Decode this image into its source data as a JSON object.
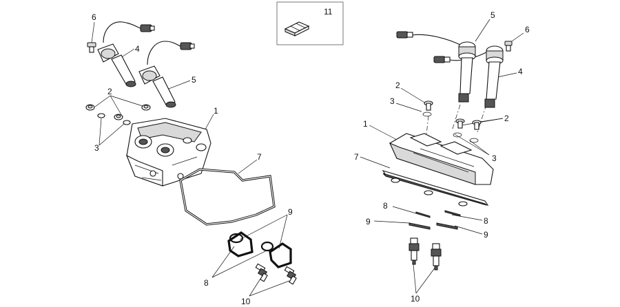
{
  "callouts": {
    "left": {
      "n6": "6",
      "n4": "4",
      "n5": "5",
      "n2": "2",
      "n1": "1",
      "n3": "3",
      "n7": "7",
      "n9": "9",
      "n8": "8",
      "n10": "10"
    },
    "inset": {
      "n11": "11"
    },
    "right": {
      "n5": "5",
      "n6": "6",
      "n4": "4",
      "n2a": "2",
      "n3a": "3",
      "n1": "1",
      "n2b": "2",
      "n3b": "3",
      "n7": "7",
      "n8a": "8",
      "n9a": "9",
      "n8b": "8",
      "n9b": "9",
      "n10": "10"
    }
  }
}
